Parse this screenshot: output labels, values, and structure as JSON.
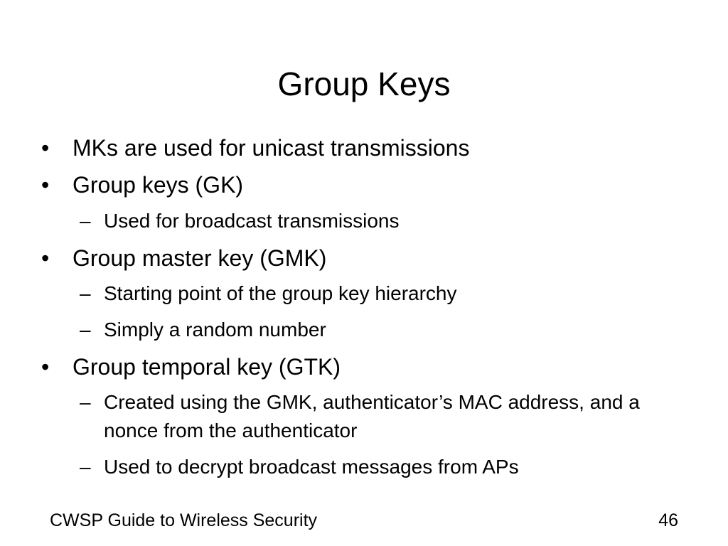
{
  "slide": {
    "title": "Group Keys",
    "bullets": [
      {
        "marker": "•",
        "text": "MKs are used for unicast transmissions"
      },
      {
        "marker": "•",
        "text": "Group keys (GK)"
      },
      {
        "marker": "–",
        "text": "Used for broadcast transmissions"
      },
      {
        "marker": "•",
        "text": "Group master key (GMK)"
      },
      {
        "marker": "–",
        "text": "Starting point of the group key hierarchy"
      },
      {
        "marker": "–",
        "text": "Simply a random number"
      },
      {
        "marker": "•",
        "text": "Group temporal key (GTK)"
      },
      {
        "marker": "–",
        "text": "Created using the GMK, authenticator’s MAC address, and a nonce from the authenticator"
      },
      {
        "marker": "–",
        "text": "Used to decrypt broadcast messages from APs"
      }
    ]
  },
  "footer": {
    "source": "CWSP Guide to Wireless Security",
    "page_number": "46"
  }
}
